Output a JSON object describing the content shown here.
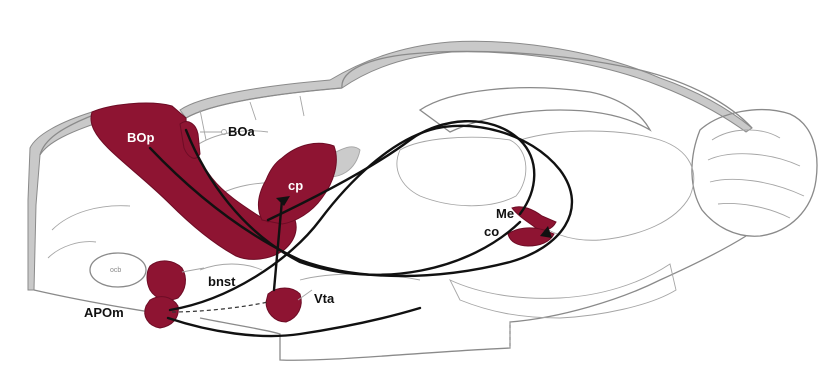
{
  "labels": {
    "bop": "BOp",
    "boa": "BOa",
    "cp": "cp",
    "me": "Me",
    "co": "co",
    "bnst": "bnst",
    "vta": "Vta",
    "apom": "APOm",
    "ocb": "ocb"
  },
  "colors": {
    "region_fill": "#8e1432",
    "tract": "#111111",
    "outline": "#8a8a8a"
  }
}
